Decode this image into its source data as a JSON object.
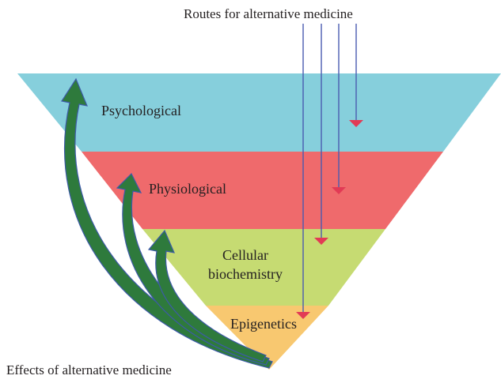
{
  "top_caption": "Routes for alternative medicine",
  "bottom_caption": "Effects of alternative medicine",
  "layers": [
    {
      "id": "psychological",
      "lines": [
        "Psychological"
      ],
      "color": "#86cfdc"
    },
    {
      "id": "physiological",
      "lines": [
        "Physiological"
      ],
      "color": "#ef6a6c"
    },
    {
      "id": "cellular",
      "lines": [
        "Cellular",
        "biochemistry"
      ],
      "color": "#c6db72"
    },
    {
      "id": "epigenetics",
      "lines": [
        "Epigenetics"
      ],
      "color": "#f8c870"
    }
  ],
  "colors": {
    "route_arrow_line": "#4a5bb0",
    "route_arrow_head": "#e23a55",
    "effect_arrow_fill": "#2e7a3c",
    "effect_arrow_stroke": "#3d5aa8"
  }
}
